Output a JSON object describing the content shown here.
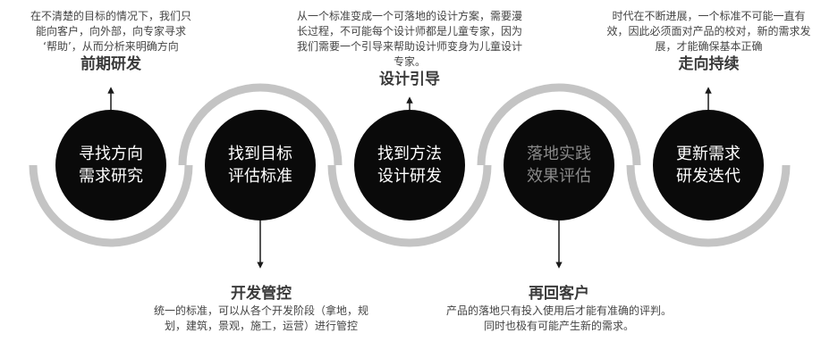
{
  "stages": [
    {
      "line1": "寻找方向",
      "line2": "需求研究",
      "dim": false
    },
    {
      "line1": "找到目标",
      "line2": "评估标准",
      "dim": false
    },
    {
      "line1": "找到方法",
      "line2": "设计研发",
      "dim": false
    },
    {
      "line1": "落地实践",
      "line2": "效果评估",
      "dim": true
    },
    {
      "line1": "更新需求",
      "line2": "研发迭代",
      "dim": false
    }
  ],
  "top_labels": [
    {
      "desc": [
        "在不清楚的目标的情况下，我们只",
        "能向客户，向外部，向专家寻求",
        "‘帮助’，从而分析来明确方向"
      ],
      "heading": "前期研发"
    },
    {
      "desc": [
        "从一个标准变成一个可落地的设计方案，需要漫",
        "长过程，不可能每个设计师都是儿童专家，因为",
        "我们需要一个引导来帮助设计师变身为儿童设计",
        "专家。"
      ],
      "heading": "设计引导"
    },
    {
      "desc": [
        "时代在不断进展，一个标准不可能一直有",
        "效，因此必须面对产品的校对，新的需求发",
        "展，才能确保基本正确"
      ],
      "heading": "走向持续"
    }
  ],
  "bottom_labels": [
    {
      "heading": "开发管控",
      "desc": [
        "统一的标准，可以从各个开发阶段（拿地，规",
        "划，建筑，景观，施工，运营）进行管控"
      ]
    },
    {
      "heading": "再回客户",
      "desc": [
        "产品的落地只有投入使用后才能有准确的评判。",
        "同时也极有可能产生新的需求。"
      ]
    }
  ],
  "colors": {
    "circle": "#0a0a0a",
    "arc": "#c4c4c4",
    "text": "#444444",
    "heading": "#3a3a3a"
  }
}
